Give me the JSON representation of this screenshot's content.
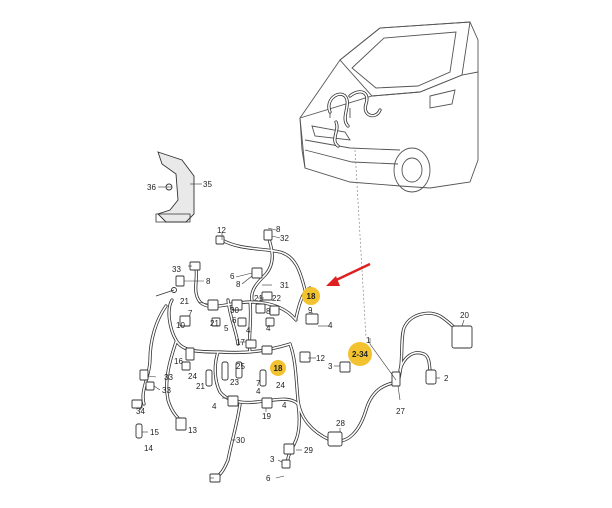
{
  "diagram": {
    "accent_color": "#f2c230",
    "arrow_color": "#e02020",
    "highlighted_labels": [
      "18",
      "2-34",
      "18"
    ],
    "part_labels": [
      "35",
      "36",
      "12",
      "8",
      "32",
      "33",
      "8",
      "6",
      "8",
      "31",
      "21",
      "22",
      "21",
      "30",
      "8",
      "21",
      "6",
      "5",
      "4",
      "4",
      "9",
      "4",
      "7",
      "10",
      "17",
      "16",
      "24",
      "25",
      "23",
      "21",
      "7",
      "4",
      "24",
      "12",
      "3",
      "1",
      "33",
      "33",
      "34",
      "15",
      "14",
      "13",
      "4",
      "19",
      "4",
      "28",
      "27",
      "20",
      "2",
      "29",
      "30",
      "3",
      "6"
    ]
  }
}
